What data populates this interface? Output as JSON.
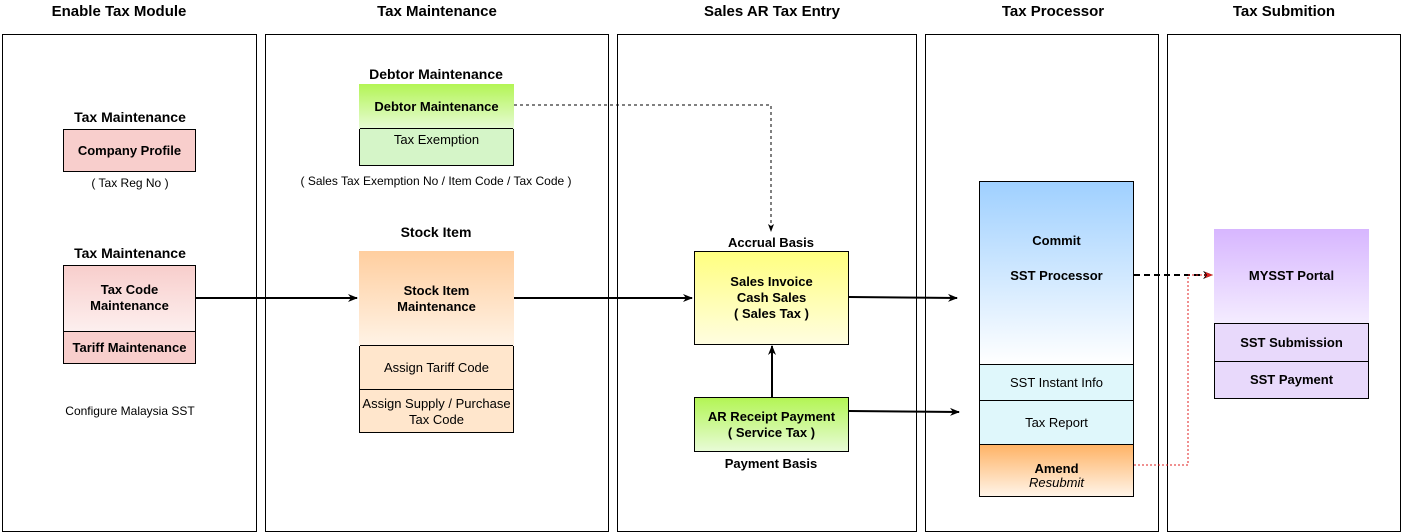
{
  "lanes": [
    {
      "title": "Enable Tax Module"
    },
    {
      "title": "Tax Maintenance"
    },
    {
      "title": "Sales AR Tax Entry"
    },
    {
      "title": "Tax Processor"
    },
    {
      "title": "Tax Submition"
    }
  ],
  "enable_module": {
    "group1_title": "Tax Maintenance",
    "company_profile": "Company Profile",
    "tax_reg_note": "( Tax Reg No )",
    "group2_title": "Tax Maintenance",
    "tax_code_maint": "Tax Code Maintenance",
    "tariff_maint": "Tariff Maintenance",
    "footer_note": "Configure Malaysia SST"
  },
  "tax_maintenance": {
    "debtor_title": "Debtor Maintenance",
    "debtor_box": "Debtor Maintenance",
    "tax_exemption": "Tax Exemption",
    "exemption_note": "( Sales Tax Exemption No /  Item Code / Tax Code )",
    "stock_title": "Stock Item",
    "stock_box": "Stock Item Maintenance",
    "assign_tariff": "Assign Tariff Code",
    "assign_supply": "Assign Supply / Purchase Tax Code"
  },
  "sales_ar": {
    "accrual_label": "Accrual Basis",
    "sales_invoice_line1": "Sales Invoice",
    "sales_invoice_line2": "Cash Sales",
    "sales_invoice_line3": "( Sales Tax )",
    "ar_receipt_line1": "AR Receipt Payment",
    "ar_receipt_line2": "( Service Tax )",
    "payment_label": "Payment Basis"
  },
  "processor": {
    "commit": "Commit",
    "sst_processor": "SST Processor",
    "instant_info": "SST Instant Info",
    "tax_report": "Tax Report",
    "amend": "Amend",
    "resubmit": "Resubmit"
  },
  "submission": {
    "portal": "MYSST Portal",
    "sst_submission": "SST Submission",
    "sst_payment": "SST Payment"
  },
  "colors": {
    "line": "#000000",
    "dashed_red": "#e02020",
    "lane_border": "#000000"
  }
}
